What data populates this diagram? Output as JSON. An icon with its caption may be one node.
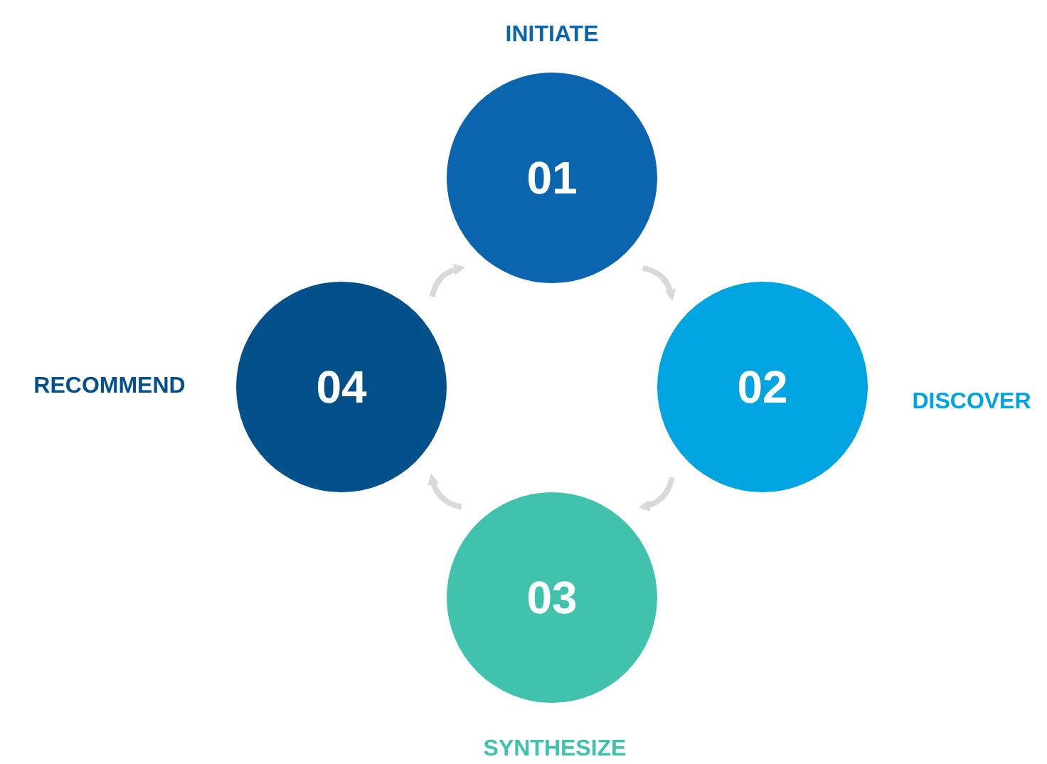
{
  "diagram": {
    "nodes": [
      {
        "text": [
          "01"
        ],
        "beside": [
          "INITIATE"
        ]
      },
      {
        "text": [
          "02"
        ],
        "beside": [
          "DISCOVER"
        ]
      },
      {
        "text": [
          "03"
        ],
        "beside": [
          "SYNTHESIZE"
        ]
      },
      {
        "text": [
          "04"
        ],
        "beside": [
          "RECOMMEND"
        ]
      }
    ],
    "edges": [
      {
        "from": 0,
        "to": 1,
        "arrow": "to"
      },
      {
        "from": 1,
        "to": 2,
        "arrow": "to"
      },
      {
        "from": 2,
        "to": 3,
        "arrow": "to"
      },
      {
        "from": 3,
        "to": 0,
        "arrow": "to"
      }
    ]
  }
}
